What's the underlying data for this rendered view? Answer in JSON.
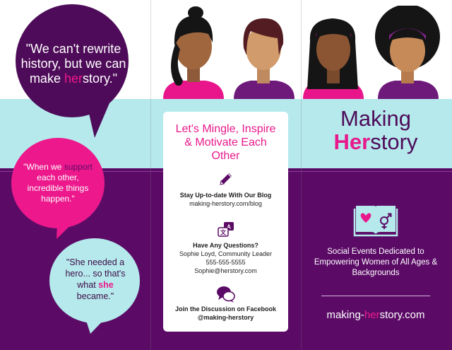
{
  "colors": {
    "deep_purple": "#5b0b66",
    "brand_purple": "#4e0b59",
    "pink": "#e8198b",
    "aqua": "#b5e9ec",
    "white": "#ffffff"
  },
  "quotes": [
    {
      "before": "\"We can't rewrite history, but we can make ",
      "highlight": "her",
      "after": "story.\""
    },
    {
      "before": "\"When we ",
      "highlight": "support",
      "after": " each other, incredible things happen.\""
    },
    {
      "before": "\"She needed a hero... so that's what ",
      "highlight": "she",
      "after": " became.\""
    }
  ],
  "illustration": {
    "icon": "four-women-portraits"
  },
  "card": {
    "title": "Let's Mingle, Inspire & Motivate Each Other",
    "sections": [
      {
        "icon": "pencil-icon",
        "heading": "Stay Up-to-date With Our Blog",
        "lines": [
          "making-herstory.com/blog"
        ]
      },
      {
        "icon": "language-chat-icon",
        "heading": "Have Any Questions?",
        "lines": [
          "Sophie Loyd, Community Leader",
          "555-555-5555",
          "Sophie@herstory.com"
        ]
      },
      {
        "icon": "chat-bubbles-icon",
        "heading": "Join the Discussion on Facebook",
        "lines": [
          "@making-herstory"
        ]
      }
    ]
  },
  "brand": {
    "line1": "Making",
    "line2_highlight": "Her",
    "line2_rest": "story"
  },
  "book_icon": "book-heart-gender-icon",
  "tagline": "Social Events Dedicated to Empowering Women of All Ages & Backgrounds",
  "website": {
    "before": "making-",
    "highlight": "her",
    "after": "story.com"
  }
}
